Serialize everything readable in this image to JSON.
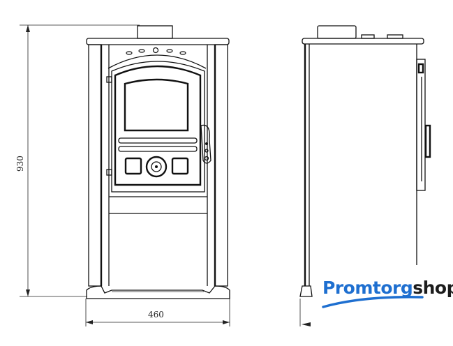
{
  "dimensions": {
    "height_label": "930",
    "width_label": "460"
  },
  "logo": {
    "part1": "Promtorg",
    "part2": "shop",
    "colors": {
      "primary": "#1e6fd0",
      "secondary": "#1c1c1c"
    }
  }
}
